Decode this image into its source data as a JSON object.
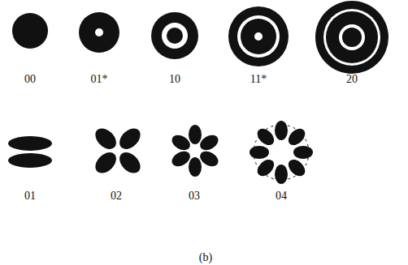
{
  "diagram": {
    "labels": [
      "00",
      "01*",
      "10",
      "11*",
      "20",
      "01",
      "02",
      "03",
      "04",
      "(b)"
    ]
  }
}
